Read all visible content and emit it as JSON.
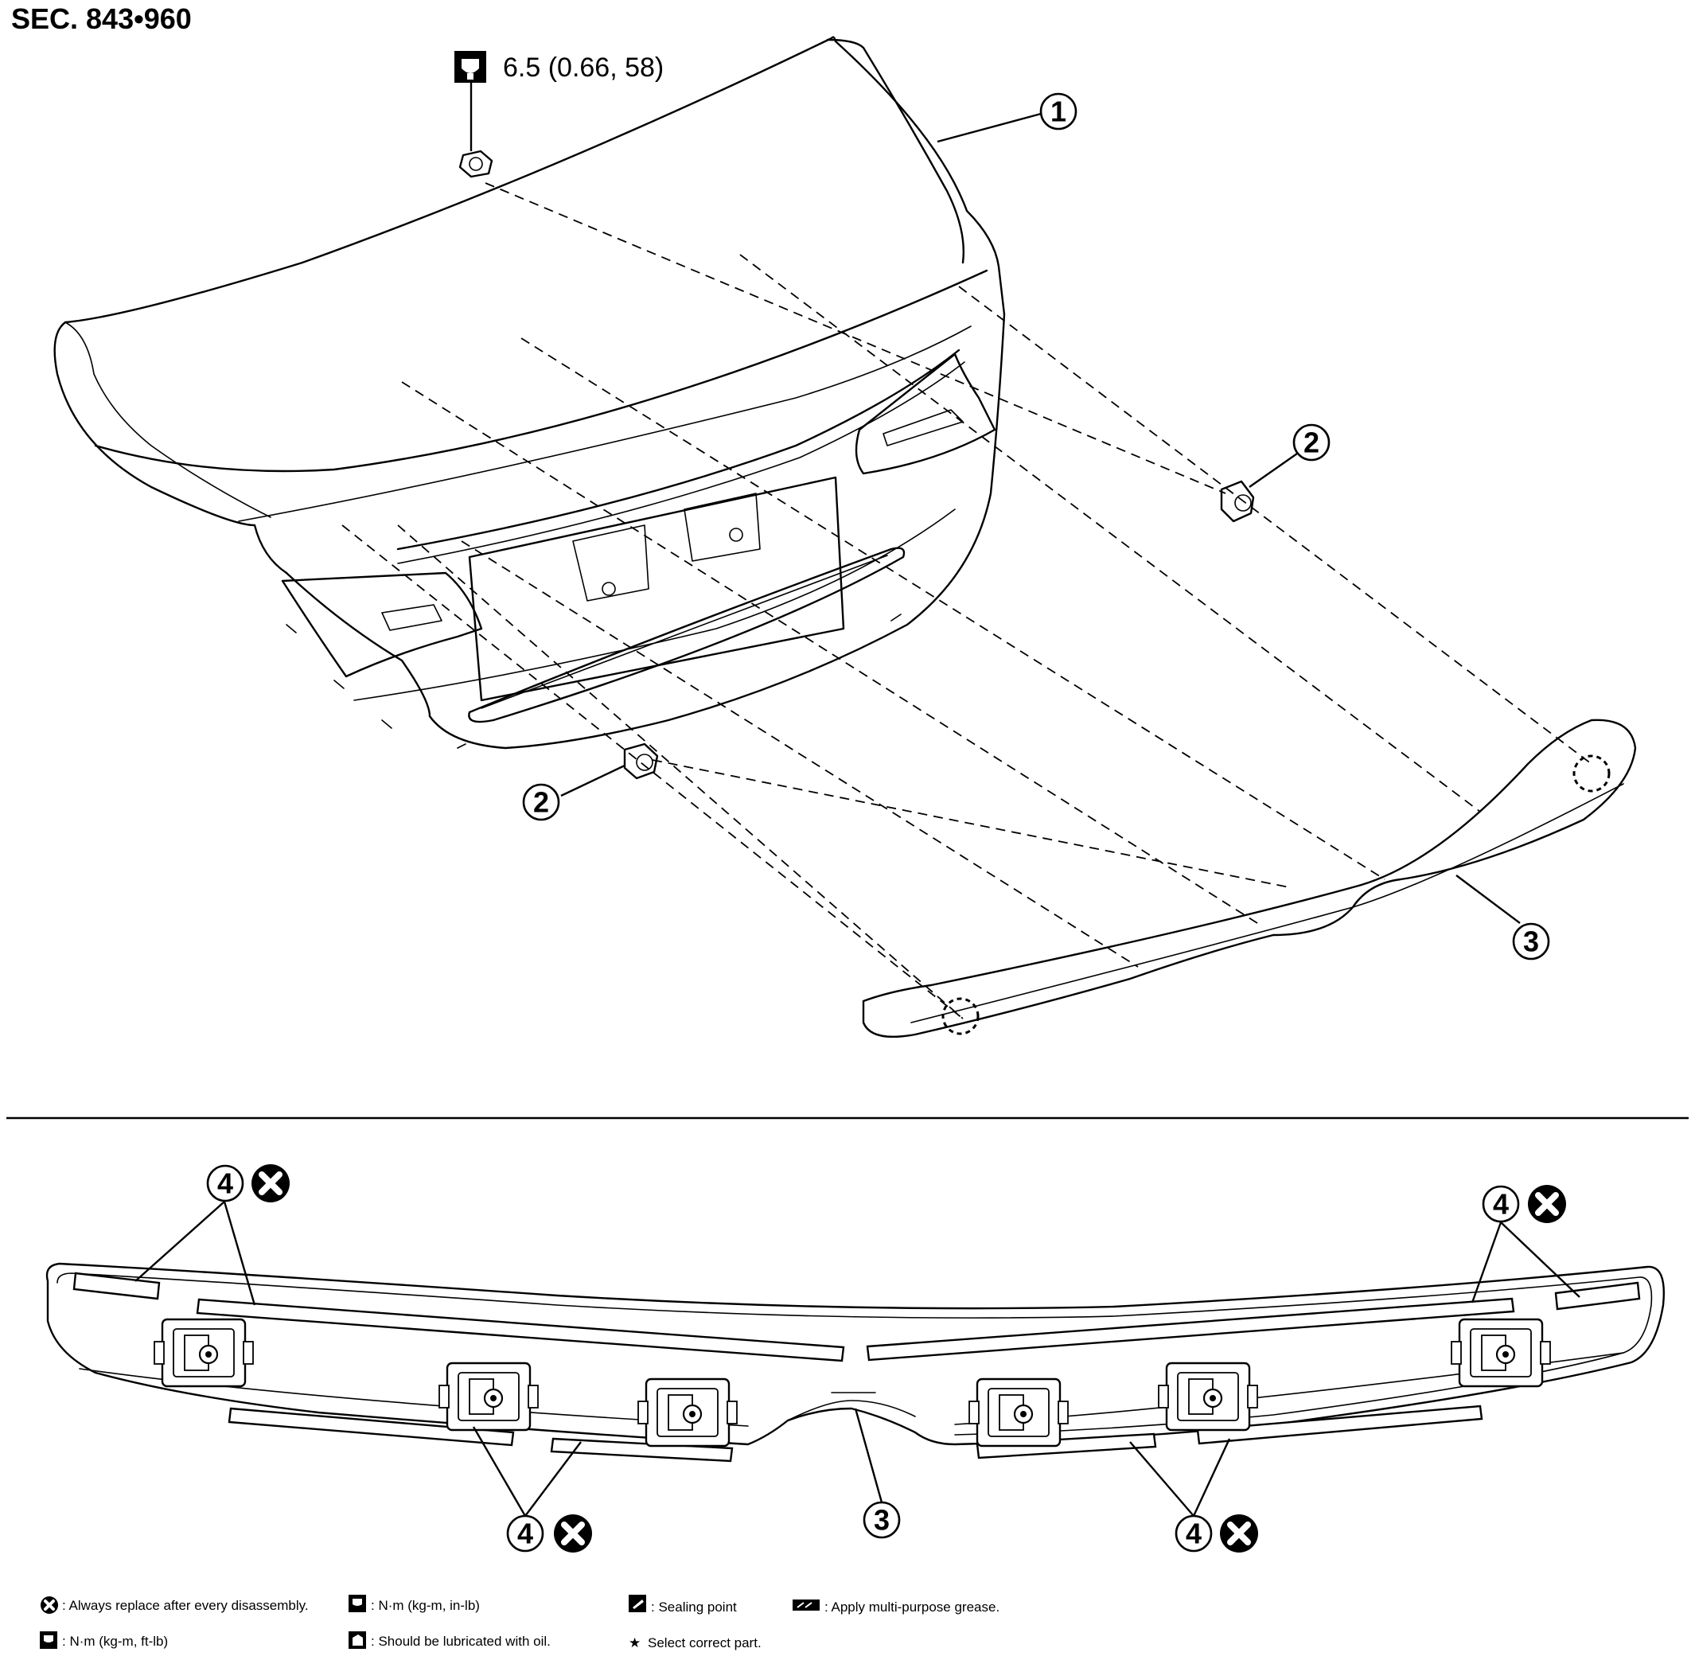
{
  "section_code": "SEC. 843•960",
  "torque_spec": "6.5 (0.66, 58)",
  "callouts": {
    "trunk_lid": "1",
    "clip_right": "2",
    "clip_left": "2",
    "spoiler_top": "3",
    "spoiler_bottom": "3",
    "tape_top_left": "4",
    "tape_top_right": "4",
    "tape_bottom_left": "4",
    "tape_bottom_right": "4"
  },
  "icons": {
    "replace": "replace-x-icon",
    "torque": "torque-wrench-icon"
  },
  "legend": {
    "replace": ": Always replace after every disassembly.",
    "nm_ft": ": N·m (kg-m, ft-lb)",
    "nm_in": ": N·m (kg-m, in-lb)",
    "oil": ": Should be lubricated with oil.",
    "seal": ": Sealing point",
    "select": "Select correct part.",
    "grease": ": Apply multi-purpose grease."
  }
}
